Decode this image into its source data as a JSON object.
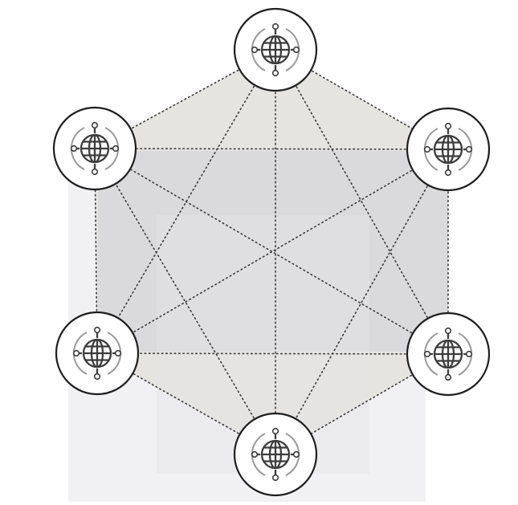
{
  "diagram": {
    "type": "mesh-network",
    "icon": "globe-network-icon",
    "colors": {
      "hexagon_fill": "#e6e4e1",
      "inner_fill": "#d6d6d9",
      "backdrop": "#f1f1f4",
      "edge": "#3a3a3a",
      "node_stroke": "#1e1e1e",
      "node_fill": "#ffffff"
    },
    "nodes": [
      {
        "id": "top",
        "icon": "globe-network-icon"
      },
      {
        "id": "upper-right",
        "icon": "globe-network-icon"
      },
      {
        "id": "lower-right",
        "icon": "globe-network-icon"
      },
      {
        "id": "bottom",
        "icon": "globe-network-icon"
      },
      {
        "id": "lower-left",
        "icon": "globe-network-icon"
      },
      {
        "id": "upper-left",
        "icon": "globe-network-icon"
      }
    ],
    "edges": [
      [
        "top",
        "upper-right"
      ],
      [
        "top",
        "lower-right"
      ],
      [
        "top",
        "bottom"
      ],
      [
        "top",
        "lower-left"
      ],
      [
        "top",
        "upper-left"
      ],
      [
        "upper-right",
        "lower-right"
      ],
      [
        "upper-right",
        "bottom"
      ],
      [
        "upper-right",
        "lower-left"
      ],
      [
        "upper-right",
        "upper-left"
      ],
      [
        "lower-right",
        "bottom"
      ],
      [
        "lower-right",
        "lower-left"
      ],
      [
        "lower-right",
        "upper-left"
      ],
      [
        "bottom",
        "lower-left"
      ],
      [
        "bottom",
        "upper-left"
      ],
      [
        "lower-left",
        "upper-left"
      ]
    ]
  }
}
